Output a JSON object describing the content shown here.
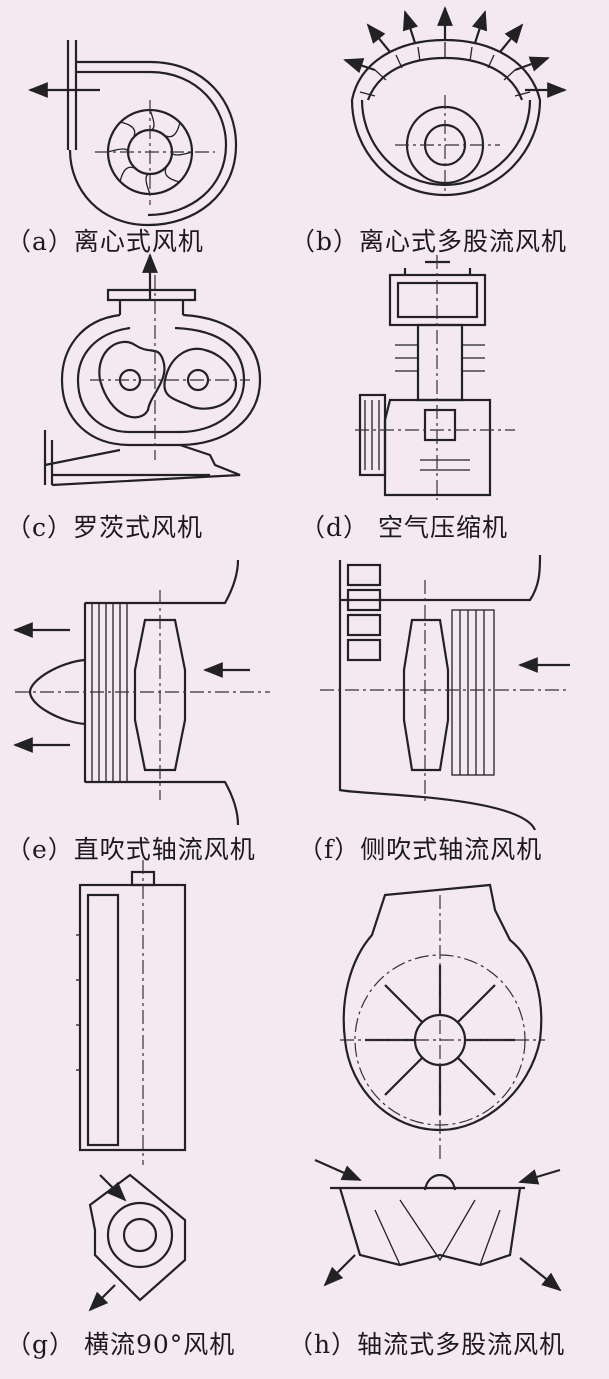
{
  "labels": {
    "a": "（a）离心式风机",
    "b": "（b）离心式多股流风机",
    "c": "（c）罗茨式风机",
    "d": "（d） 空气压缩机",
    "e": "（e）直吹式轴流风机",
    "f": "（f）侧吹式轴流风机",
    "g": "（g） 横流90°风机",
    "h": "（h）轴流式多股流风机"
  },
  "colors": {
    "paper": "#f4e9f1",
    "ink": "#222222"
  }
}
